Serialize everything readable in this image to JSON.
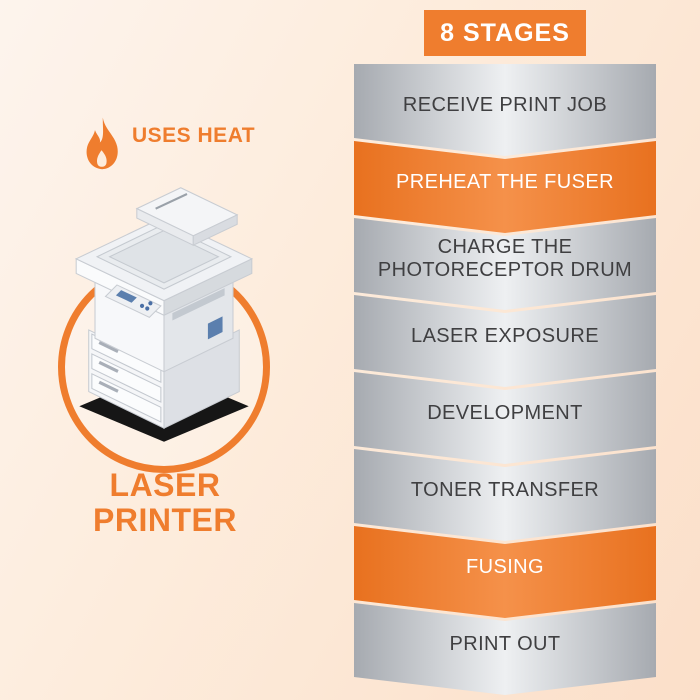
{
  "page": {
    "background_top": "#fdf4ed",
    "background_bottom": "#fbdfc9"
  },
  "header": {
    "title": "8 STAGES"
  },
  "printer_panel": {
    "uses_heat_label": "USES HEAT",
    "title_line1": "LASER",
    "title_line2": "PRINTER"
  },
  "icons": {
    "flame": "flame-icon",
    "printer": "laser-printer-illustration"
  },
  "colors": {
    "accent_orange": "#ef7d2e",
    "stage_gray_dark": "#a6aab0",
    "stage_gray_light": "#eef0f2",
    "stage_text": "#3f3f41",
    "stage_text_on_orange": "#ffffff"
  },
  "stages": [
    {
      "label": "RECEIVE PRINT JOB",
      "variant": "gray"
    },
    {
      "label": "PREHEAT THE FUSER",
      "variant": "orange"
    },
    {
      "label": "CHARGE THE PHOTORECEPTOR DRUM",
      "variant": "gray"
    },
    {
      "label": "LASER EXPOSURE",
      "variant": "gray"
    },
    {
      "label": "DEVELOPMENT",
      "variant": "gray"
    },
    {
      "label": "TONER TRANSFER",
      "variant": "gray"
    },
    {
      "label": "FUSING",
      "variant": "orange"
    },
    {
      "label": "PRINT OUT",
      "variant": "gray"
    }
  ]
}
